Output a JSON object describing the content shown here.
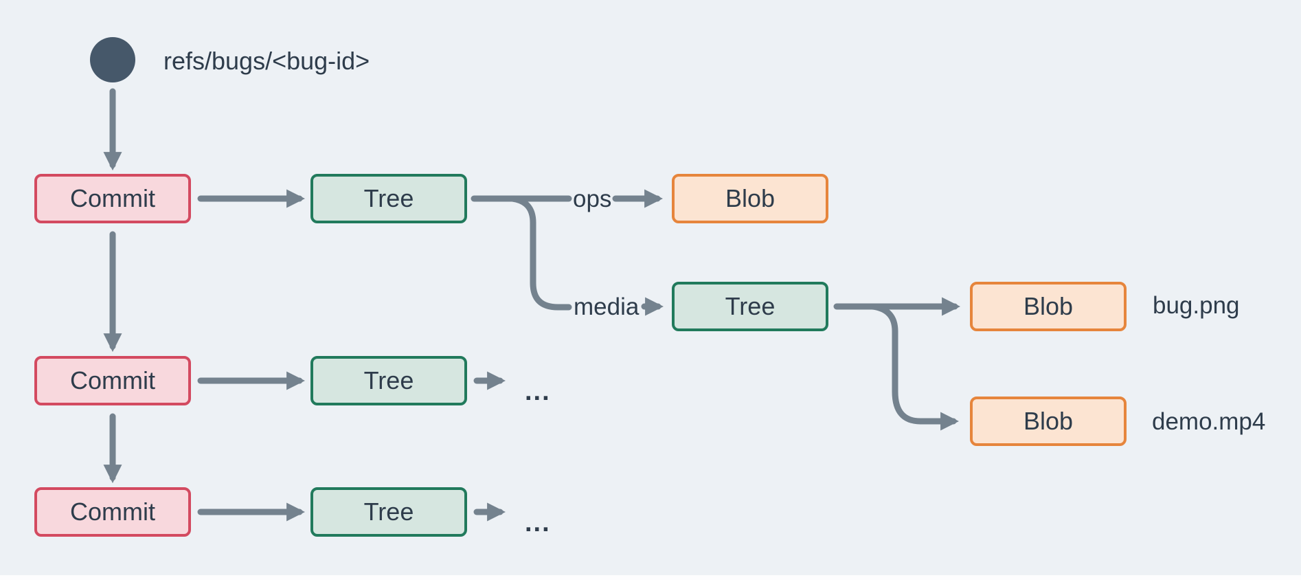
{
  "colors": {
    "background": "#edf1f5",
    "arrow": "#74828e",
    "ref_dot": "#46586a",
    "text": "#2e3c4b",
    "commit_fill": "#f8d8dd",
    "commit_border": "#d34a60",
    "tree_fill": "#d6e6e0",
    "tree_border": "#217a5c",
    "blob_fill": "#fce4d2",
    "blob_border": "#e6853c"
  },
  "ref": {
    "label": "refs/bugs/<bug-id>"
  },
  "nodes": {
    "commit_1": "Commit",
    "tree_1": "Tree",
    "blob_ops": "Blob",
    "tree_media": "Tree",
    "blob_bug": "Blob",
    "blob_demo": "Blob",
    "commit_2": "Commit",
    "tree_2": "Tree",
    "commit_3": "Commit",
    "tree_3": "Tree"
  },
  "edge_labels": {
    "ops": "ops",
    "media": "media"
  },
  "file_labels": {
    "bug": "bug.png",
    "demo": "demo.mp4"
  },
  "more_indicator": "..."
}
